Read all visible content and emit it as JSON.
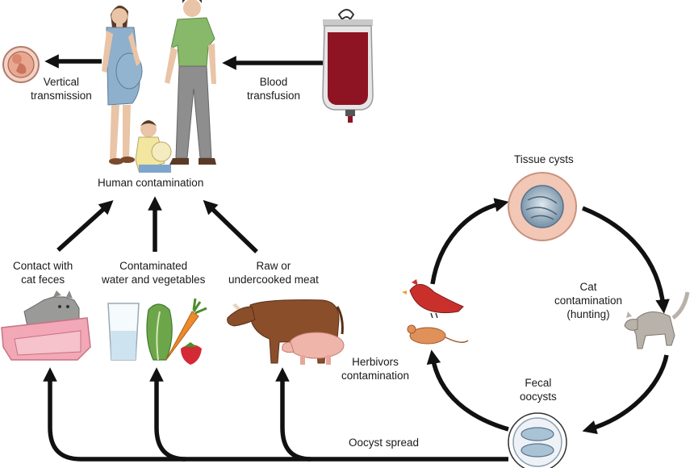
{
  "labels": {
    "vertical_transmission": "Vertical\ntransmission",
    "blood_transfusion": "Blood\ntransfusion",
    "human_contamination": "Human contamination",
    "contact_cat_feces": "Contact with\ncat feces",
    "contaminated_water": "Contaminated\nwater and vegetables",
    "raw_meat": "Raw or\nundercooked meat",
    "tissue_cysts": "Tissue cysts",
    "cat_contamination": "Cat\ncontamination\n(hunting)",
    "herbivors_contamination": "Herbivors\ncontamination",
    "fecal_oocysts": "Fecal\noocysts",
    "oocyst_spread": "Oocyst spread"
  },
  "colors": {
    "arrow": "#111111",
    "blood": "#8e1424",
    "dress": "#8fb0cc",
    "shirt": "#88b86a",
    "pants": "#8e8e8e",
    "skin": "#e9c4a6",
    "litter_box": "#f2a8b6",
    "cat": "#9a9a98",
    "cow": "#8a4e2a",
    "pig": "#f0b5aa",
    "bird": "#c9302c",
    "mouse": "#e0915a",
    "cyst_ring": "#f2c7b6",
    "oocyst": "#a9c2d6"
  },
  "icons": [
    "fetus-icon",
    "pregnant-woman-icon",
    "man-icon",
    "baby-icon",
    "blood-bag-icon",
    "litter-box-cat-icon",
    "water-glass-icon",
    "lettuce-icon",
    "carrot-icon",
    "strawberry-icon",
    "cow-icon",
    "pig-icon",
    "cardinal-bird-icon",
    "mouse-icon",
    "tissue-cyst-icon",
    "walking-cat-icon",
    "oocyst-icon"
  ]
}
